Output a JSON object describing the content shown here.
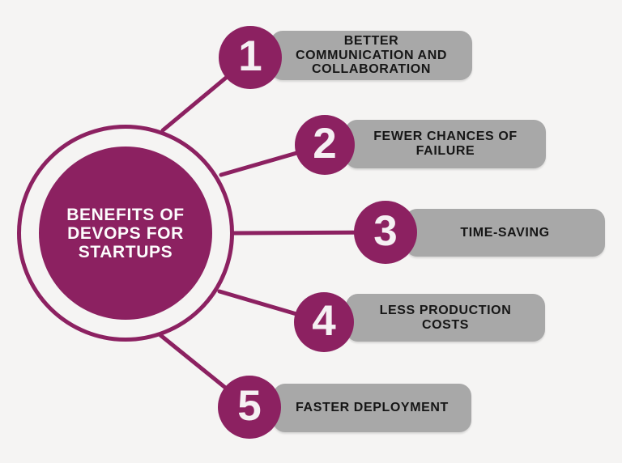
{
  "diagram": {
    "title": "BENEFITS OF DEVOPS FOR STARTUPS",
    "title_lines": [
      "BENEFITS OF",
      "DEVOPS FOR",
      "STARTUPS"
    ],
    "items": [
      {
        "number": "1",
        "label": "BETTER COMMUNICATION AND COLLABORATION"
      },
      {
        "number": "2",
        "label": "FEWER CHANCES OF FAILURE"
      },
      {
        "number": "3",
        "label": "TIME-SAVING"
      },
      {
        "number": "4",
        "label": "LESS PRODUCTION COSTS"
      },
      {
        "number": "5",
        "label": "FASTER DEPLOYMENT"
      }
    ],
    "colors": {
      "background": "#f5f4f3",
      "accent": "#8c2161",
      "bar": "#a8a8a8",
      "label_text": "#161616",
      "number_text": "#f5f0f3",
      "title_text": "#fdfcfd"
    }
  }
}
